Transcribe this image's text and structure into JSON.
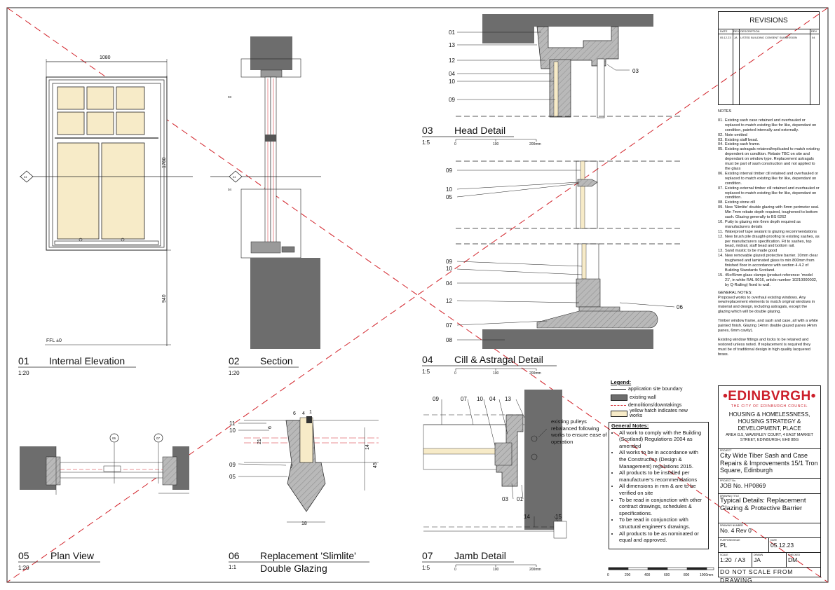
{
  "drawings": [
    {
      "num": "01",
      "title": "Internal Elevation",
      "scale": "1:20"
    },
    {
      "num": "02",
      "title": "Section",
      "scale": "1:20"
    },
    {
      "num": "03",
      "title": "Head Detail",
      "scale": "1:5"
    },
    {
      "num": "04",
      "title": "Cill & Astragal Detail",
      "scale": "1:5"
    },
    {
      "num": "05",
      "title": "Plan View",
      "scale": "1:20"
    },
    {
      "num": "06",
      "title": "Replacement 'Slimlite'",
      "title2": "Double Glazing",
      "scale": "1:1"
    },
    {
      "num": "07",
      "title": "Jamb Detail",
      "scale": "1:5"
    }
  ],
  "elevation": {
    "width_dim": "1080",
    "height_dim": "1760",
    "sill_dim": "940",
    "ffl": "FFL ±0",
    "marker_a": "04",
    "marker_b": "04"
  },
  "section_marks": {
    "m03": "03",
    "m04": "04"
  },
  "plan_marks": {
    "a": "06",
    "b": "07"
  },
  "scale_bar_small": {
    "zero": "0",
    "mid": "100",
    "end": "200mm"
  },
  "head_labels": [
    "01",
    "13",
    "12",
    "04",
    "10",
    "09",
    "03"
  ],
  "cill_labels": [
    "09",
    "10",
    "05",
    "09",
    "10",
    "04",
    "12",
    "07",
    "08",
    "06"
  ],
  "slim_labels": {
    "l11": "11",
    "l10": "10",
    "l09": "09",
    "l05": "05",
    "d6": "6",
    "d4": "4",
    "d1": "1",
    "d6b": "6",
    "d21": "21",
    "d7": "7",
    "d14": "14",
    "d45": "45",
    "d18": "18"
  },
  "jamb_labels": {
    "l09": "09",
    "l07": "07",
    "l10": "10",
    "l04": "04",
    "l13": "13",
    "l03": "03",
    "l01": "01",
    "l14": "14",
    "l15": "15",
    "note": "existing pulleys rebalanced following works to ensure ease of operation"
  },
  "scale_bar_large": [
    "0",
    "200",
    "400",
    "600",
    "800",
    "1000mm"
  ],
  "legend": {
    "title": "Legend:",
    "items": [
      {
        "label": "application site boundary",
        "swatch": "line-thin"
      },
      {
        "label": "existing wall",
        "swatch": "grey"
      },
      {
        "label": "demolitions/downtakings",
        "swatch": "dash-red"
      },
      {
        "label": "yellow hatch indicates new works",
        "swatch": "yellow"
      }
    ]
  },
  "general_notes_box": {
    "title": "General Notes:",
    "items": [
      "All work to comply with the Building (Scotland) Regulations 2004 as amended",
      "All works to be in accordance with the Construction (Design & Management) regulations 2015.",
      "All products to be installed per manufacturer's recommendations",
      "All dimensions in mm & are to be verified on site",
      "To be read in conjunction with other contract drawings, schedules & specifications.",
      "To be read in conjunction with structural engineer's drawings.",
      "All products to be as nominated or equal and approved."
    ]
  },
  "revisions": {
    "title": "REVISIONS",
    "headers": [
      "DATE",
      "REV",
      "DESCRIPTION",
      "REV"
    ],
    "rows": [
      {
        "date": "05.12.23",
        "by": "JA",
        "desc": "LISTED BUILDING CONSENT SUBMISSION",
        "rev": "04"
      }
    ]
  },
  "notes": {
    "title": "NOTES",
    "items": [
      {
        "n": "01.",
        "t": "Existing sash case retained and overhauled or replaced to match existing like for like, dependant on condition, painted internally and externally."
      },
      {
        "n": "02.",
        "t": "Note omitted"
      },
      {
        "n": "03.",
        "t": "Existing staff bead."
      },
      {
        "n": "04.",
        "t": "Existing sash frame."
      },
      {
        "n": "05.",
        "t": "Existing astragals retained/replicated to match existing dependent on condition. Rebate TBC on site and dependant on window type. Replacement astragals must be part of sash construction and not applied to the glass"
      },
      {
        "n": "06.",
        "t": "Existing internal timber cill retained and overhauled or replaced to match existing like for like, dependant on condition."
      },
      {
        "n": "07.",
        "t": "Existing external timber cill retained and overhauled or replaced to match existing like for like, dependant on condition."
      },
      {
        "n": "08.",
        "t": "Existing stone cill"
      },
      {
        "n": "09.",
        "t": "New 'Slimlite' double glazing with 5mm perimeter seal. Min 7mm rebate depth required, toughened to bottom sash. Glazing generally to BS 6262"
      },
      {
        "n": "10.",
        "t": "Putty to glazing min 6mm depth required as manufacturers details"
      },
      {
        "n": "11.",
        "t": "Waterproof tape sealant to glazing recommendations"
      },
      {
        "n": "12.",
        "t": "New brush pile draught-proofing to existing sashes, as per manufacturers specification. Fit to sashes, top bead, midrail, staff bead and bottom rail."
      },
      {
        "n": "13.",
        "t": "Sand mastic to be made good"
      },
      {
        "n": "14.",
        "t": "New removable glazed protective barrier. 10mm clear toughened and laminated glass to min 800mm from finished floor in accordance with section 4.4.2 of Building Standards Scotland."
      },
      {
        "n": "15.",
        "t": "45x45mm glass clamps (product reference: 'model 21', in white RAL 9016, article number 10210000032, by Q-Railing) fixed to wall."
      }
    ],
    "general_title": "GENERAL NOTES:",
    "general": [
      "Proposed works to overhaul existing windows. Any new/replacement elements to match original windows in material and design, including astragals, except the glazing which will be double glazing.",
      "Timber window frame, and sash and case, all with a white painted finish. Glazing 14mm double glazed panes (4mm panes, 6mm cavity).",
      "Existing window fittings and locks to be retained and restored unless noted. If replacement is required they must be of traditional design in high quality lacquered brass."
    ]
  },
  "council": {
    "logo": "•EDINBVRGH•",
    "logo_sub": "THE CITY OF EDINBURGH COUNCIL",
    "dept": "HOUSING & HOMELESSNESS, HOUSING STRATEGY & DEVELOPMENT, PLACE",
    "address": "AREA G.5, WAVERLEY COURT, 4 EAST MARKET STREET, EDINBURGH, EH8 8BG"
  },
  "project": {
    "label": "PROJECT",
    "value": "City Wide Tiber Sash and Case Repairs & Improvements 15/1 Tron Square, Edinburgh"
  },
  "project_no": {
    "label": "PROJECT No.",
    "value": "JOB No. HP0869"
  },
  "drawing_title": {
    "label": "DRAWING TITLE",
    "value": "Typical Details: Replacement Glazing & Protective Barrier"
  },
  "drawing_number": {
    "label": "DRAWING NUMBER",
    "value": "No. 4 Rev 0"
  },
  "purpose": {
    "label": "PURPOSE/ISSUE",
    "value": "PL"
  },
  "date": {
    "label": "DATE",
    "value": "05.12.23"
  },
  "scale": {
    "label": "SCALE",
    "value": "1:20",
    "size": "/ A3"
  },
  "drawn": {
    "label": "DRAWN",
    "value": "JA"
  },
  "checked": {
    "label": "CHECKED",
    "value": "DM"
  },
  "footer": "DO NOT SCALE FROM DRAWING"
}
